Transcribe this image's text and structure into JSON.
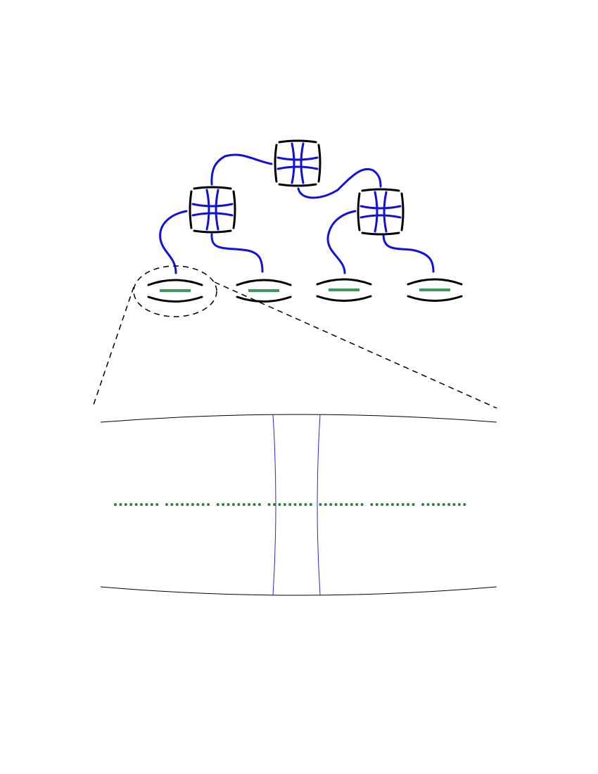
{
  "colors": {
    "outline": "#000000",
    "link": "#1010e0",
    "thin_link": "#2a2ad8",
    "segment": "#3a9a5c",
    "dots": "#2e7d4a",
    "background": "#ffffff"
  },
  "diagram": {
    "top_nodes": [
      {
        "id": "node-top"
      },
      {
        "id": "node-left"
      },
      {
        "id": "node-right"
      }
    ],
    "leaf_nodes": [
      {
        "id": "leaf-1",
        "zoomed": true
      },
      {
        "id": "leaf-2",
        "zoomed": false
      },
      {
        "id": "leaf-3",
        "zoomed": false
      },
      {
        "id": "leaf-4",
        "zoomed": false
      }
    ],
    "zoom_dot_groups": 7,
    "dots_per_group": 9
  }
}
